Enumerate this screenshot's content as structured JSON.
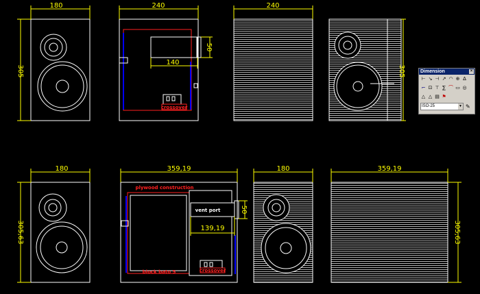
{
  "dimensions": {
    "top_front_width": "180",
    "top_front_height": "305",
    "top_side_width": "240",
    "top_side_depth_int": "140",
    "top_side_port_h": "50",
    "top_back_width": "240",
    "top_front2_height": "305",
    "bot_front_width": "180",
    "bot_front_height": "305,63",
    "bot_side_width": "359,19",
    "bot_side_port_len": "139,19",
    "bot_side_port_h": "50",
    "bot_grill_width": "180",
    "bot_back_width": "359,19",
    "bot_back_height": "305,63"
  },
  "labels": {
    "crossover_top": "crossover",
    "plywood": "plywood construction",
    "vent_port": "vent port",
    "crossover_bot": "crossover",
    "block_note": "block bato 5"
  },
  "toolbar": {
    "title": "Dimension",
    "close": "×",
    "row1": [
      "⊢",
      "↘",
      "⊣",
      "↗",
      "◠",
      "⊕",
      "∆"
    ],
    "row2": [
      "⌐",
      "⊡",
      "⊤",
      "∑",
      "⌒",
      "▭",
      "◎"
    ],
    "row3": [
      "△",
      "△",
      "▤",
      "⚑"
    ],
    "style_value": "ISO-25",
    "style_arrow": "▼",
    "style_button": "✎"
  },
  "colors": {
    "background": "#000000",
    "lines": "#ffffff",
    "dimension": "#ffff00",
    "annotation": "#ff2020",
    "hidden": "#0000ff"
  }
}
